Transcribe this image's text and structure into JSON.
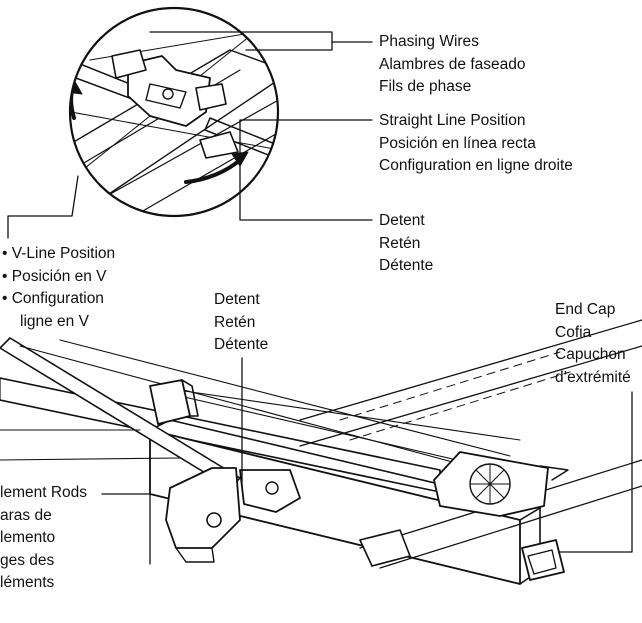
{
  "callouts": {
    "phasing_wires": [
      "Phasing Wires",
      "Alambres de faseado",
      "Fils de phase"
    ],
    "straight_line_position": [
      "Straight Line Position",
      "Posición en línea recta",
      "Configuration en ligne droite"
    ],
    "detent_upper": [
      "Detent",
      "Retén",
      "Détente"
    ],
    "v_line_position": {
      "items": [
        "V-Line Position",
        "Posición en V",
        "Configuration"
      ],
      "continuation": "ligne en V"
    },
    "detent_lower": [
      "Detent",
      "Retén",
      "Détente"
    ],
    "end_cap": [
      "End Cap",
      "Cofia",
      "Capuchon",
      "d’extrémité"
    ],
    "element_rods": [
      "lement Rods",
      "aras de",
      "lemento",
      "ges des",
      "léments"
    ]
  },
  "colors": {
    "line": "#111111",
    "background": "#ffffff"
  }
}
